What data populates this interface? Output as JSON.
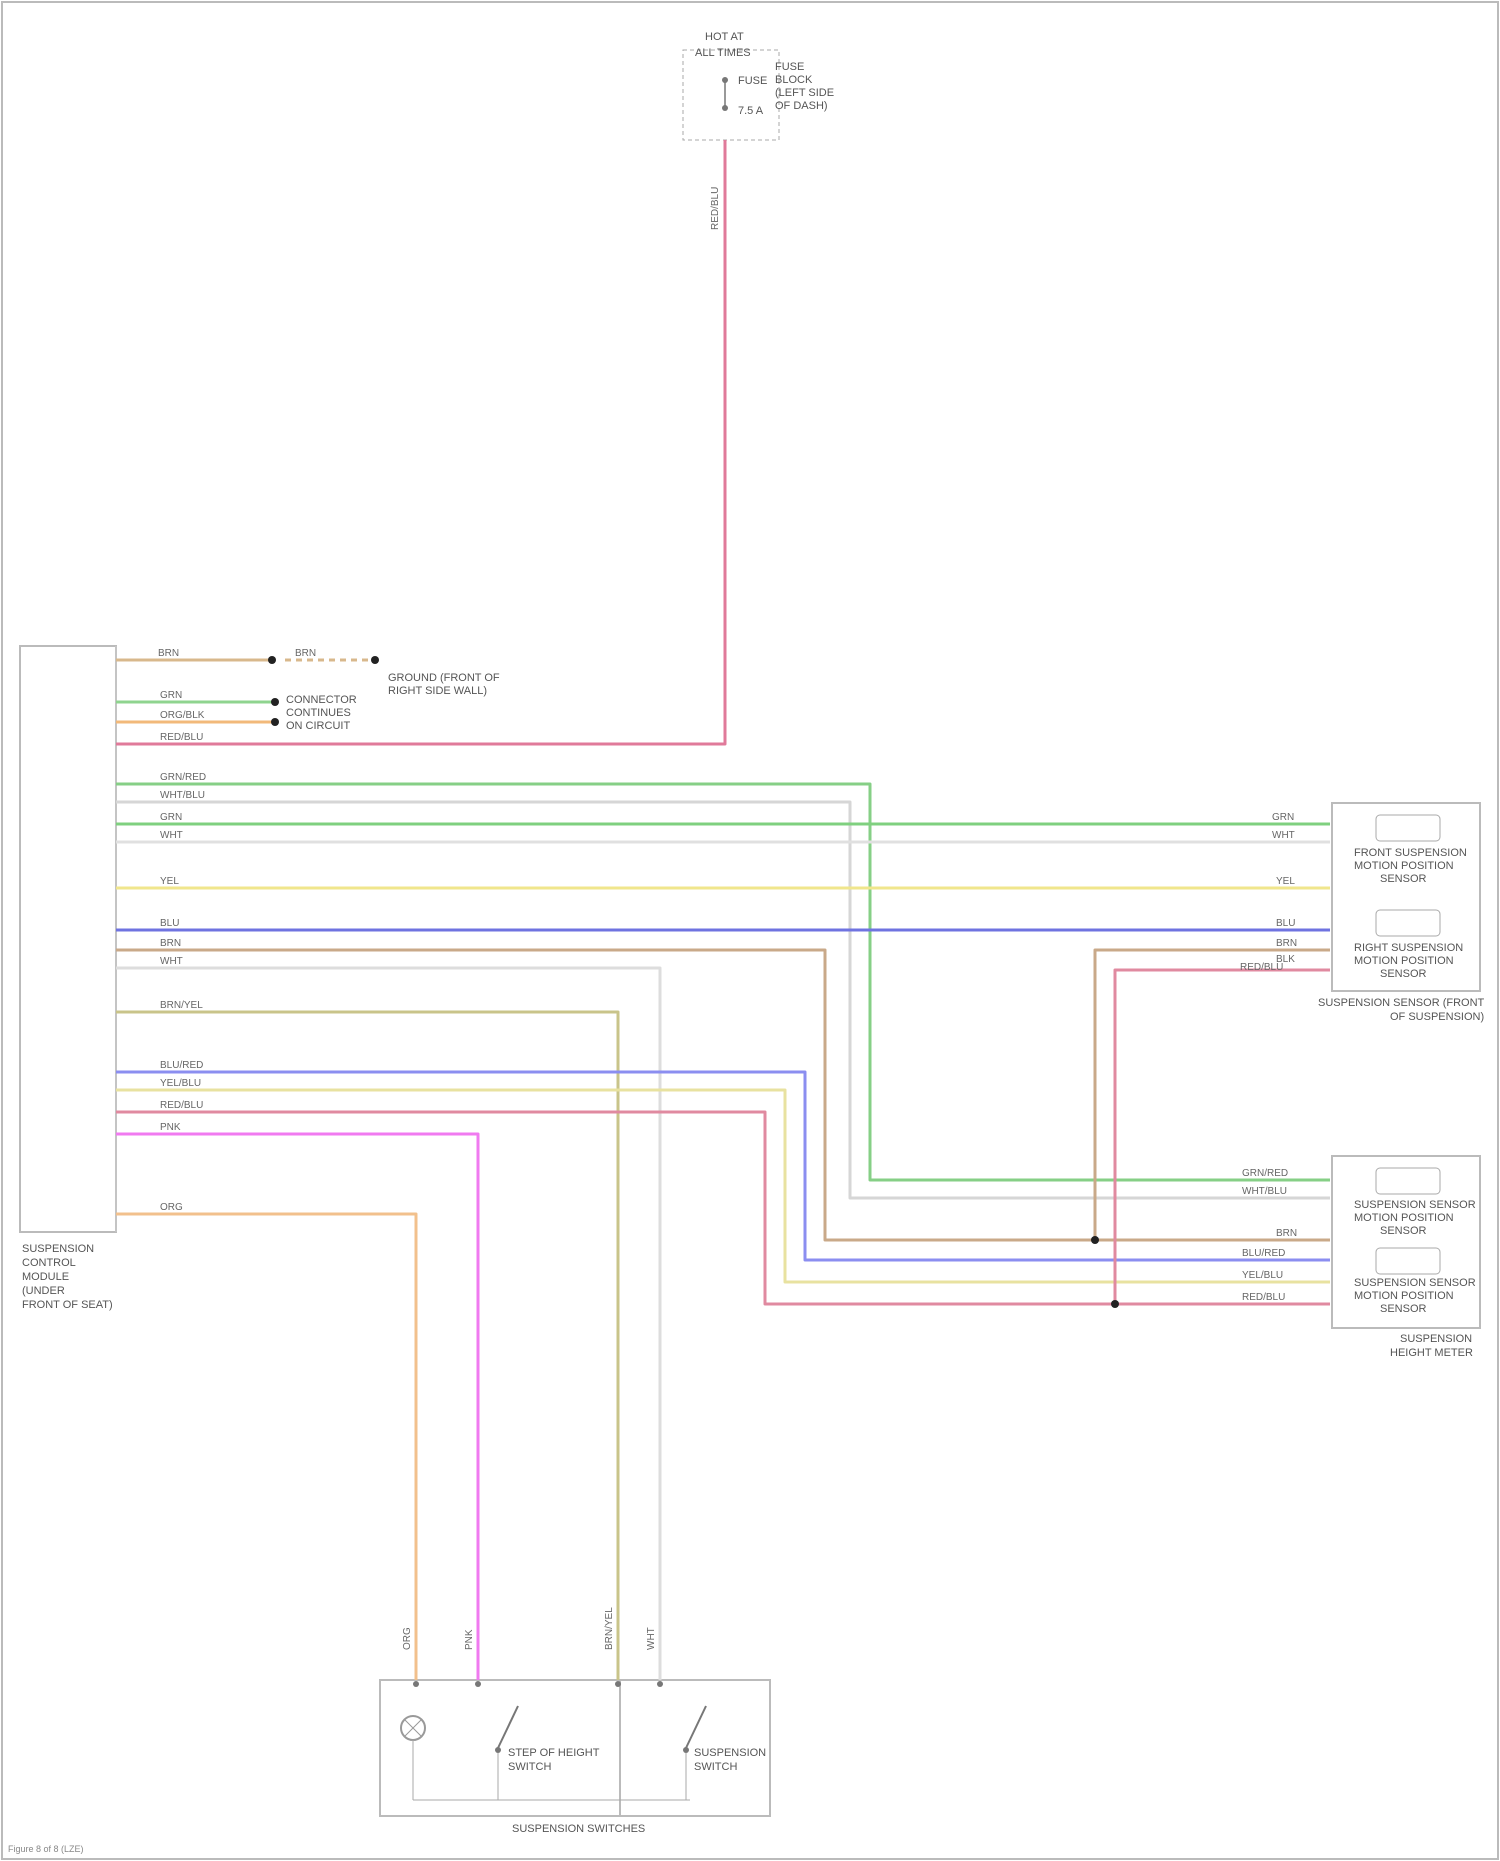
{
  "diagram": {
    "footer": "Figure 8 of 8 (LZE)",
    "fuse_box": {
      "title_1": "HOT AT",
      "title_2": "ALL TIMES",
      "fuse_label": "7.5 A",
      "fuse_name": "FUSE",
      "desc": [
        "FUSE",
        "BLOCK",
        "(LEFT SIDE",
        "OF DASH)"
      ]
    },
    "module": {
      "label": [
        "SUSPENSION",
        "CONTROL",
        "MODULE",
        "(UNDER",
        "FRONT OF SEAT)"
      ]
    },
    "splice_label": [
      "CONNECTOR",
      "CONTINUES",
      "ON CIRCUIT"
    ],
    "ground_label": [
      "GROUND (FRONT OF",
      "RIGHT SIDE WALL)"
    ],
    "front_sensor": {
      "label_top": [
        "FRONT SUSPENSION",
        "MOTION POSITION",
        "SENSOR"
      ],
      "label_bottom": [
        "RIGHT SUSPENSION",
        "MOTION POSITION",
        "SENSOR"
      ],
      "assembly": [
        "SUSPENSION SENSOR (FRONT",
        "OF SUSPENSION)"
      ]
    },
    "rear_sensor": {
      "label_top": [
        "SUSPENSION SENSOR",
        "MOTION POSITION",
        "SENSOR"
      ],
      "label_bottom": [
        "SUSPENSION SENSOR",
        "MOTION POSITION",
        "SENSOR"
      ],
      "assembly": [
        "SUSPENSION",
        "HEIGHT METER"
      ]
    },
    "switch_box": {
      "sw1": [
        "STEP OF HEIGHT",
        "SWITCH"
      ],
      "sw2": [
        "SUSPENSION",
        "SWITCH"
      ],
      "assembly": "SUSPENSION SWITCHES"
    },
    "wires": [
      {
        "id": "w1",
        "label": "BRN",
        "color": "#d8b88c"
      },
      {
        "id": "w2",
        "label": "GRN",
        "color": "#8fd48f"
      },
      {
        "id": "w3",
        "label": "ORG/BLK",
        "color": "#f2b97a"
      },
      {
        "id": "w4",
        "label": "RED/BLU",
        "color": "#e07a9a"
      },
      {
        "id": "w5",
        "label": "GRN/RED",
        "color": "#86cf86"
      },
      {
        "id": "w6",
        "label": "WHT/BLU",
        "color": "#d6d6d6"
      },
      {
        "id": "w7",
        "label": "GRN",
        "color": "#7fd07f"
      },
      {
        "id": "w8",
        "label": "WHT",
        "color": "#e0e0e0"
      },
      {
        "id": "w9",
        "label": "YEL",
        "color": "#f0e68c"
      },
      {
        "id": "w10",
        "label": "BLU",
        "color": "#6f73e0"
      },
      {
        "id": "w11",
        "label": "BRN",
        "color": "#c9a989"
      },
      {
        "id": "w12",
        "label": "BRN/YEL",
        "color": "#c9c48a"
      },
      {
        "id": "w13",
        "label": "BLU/RED",
        "color": "#8b8ef0"
      },
      {
        "id": "w14",
        "label": "YEL/BLU",
        "color": "#e8e2a0"
      },
      {
        "id": "w15",
        "label": "RED/BLU",
        "color": "#e08aa0"
      },
      {
        "id": "w16",
        "label": "PNK",
        "color": "#f07af0"
      },
      {
        "id": "w17",
        "label": "ORG",
        "color": "#f2c08c"
      },
      {
        "id": "w18",
        "label": "WHT",
        "color": "#dddddd"
      }
    ],
    "right_labels": {
      "front": [
        "GRN",
        "WHT",
        "YEL",
        "BLU",
        "BRN",
        "BLK",
        "RED/BLU"
      ],
      "rear": [
        "GRN/RED",
        "WHT/BLU",
        "BRN",
        "BLU/RED",
        "YEL/BLU",
        "RED/BLU"
      ]
    },
    "bottom_labels": [
      "ORG",
      "PNK",
      "BRN/YEL",
      "WHT"
    ]
  }
}
